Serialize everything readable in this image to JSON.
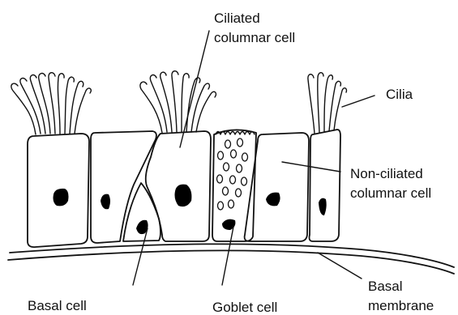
{
  "labels": {
    "ciliated_line1": "Ciliated",
    "ciliated_line2": "columnar cell",
    "cilia": "Cilia",
    "nonciliated_line1": "Non-ciliated",
    "nonciliated_line2": "columnar cell",
    "basal_membrane_line1": "Basal",
    "basal_membrane_line2": "membrane",
    "basal_cell": "Basal cell",
    "goblet_cell": "Goblet cell"
  }
}
